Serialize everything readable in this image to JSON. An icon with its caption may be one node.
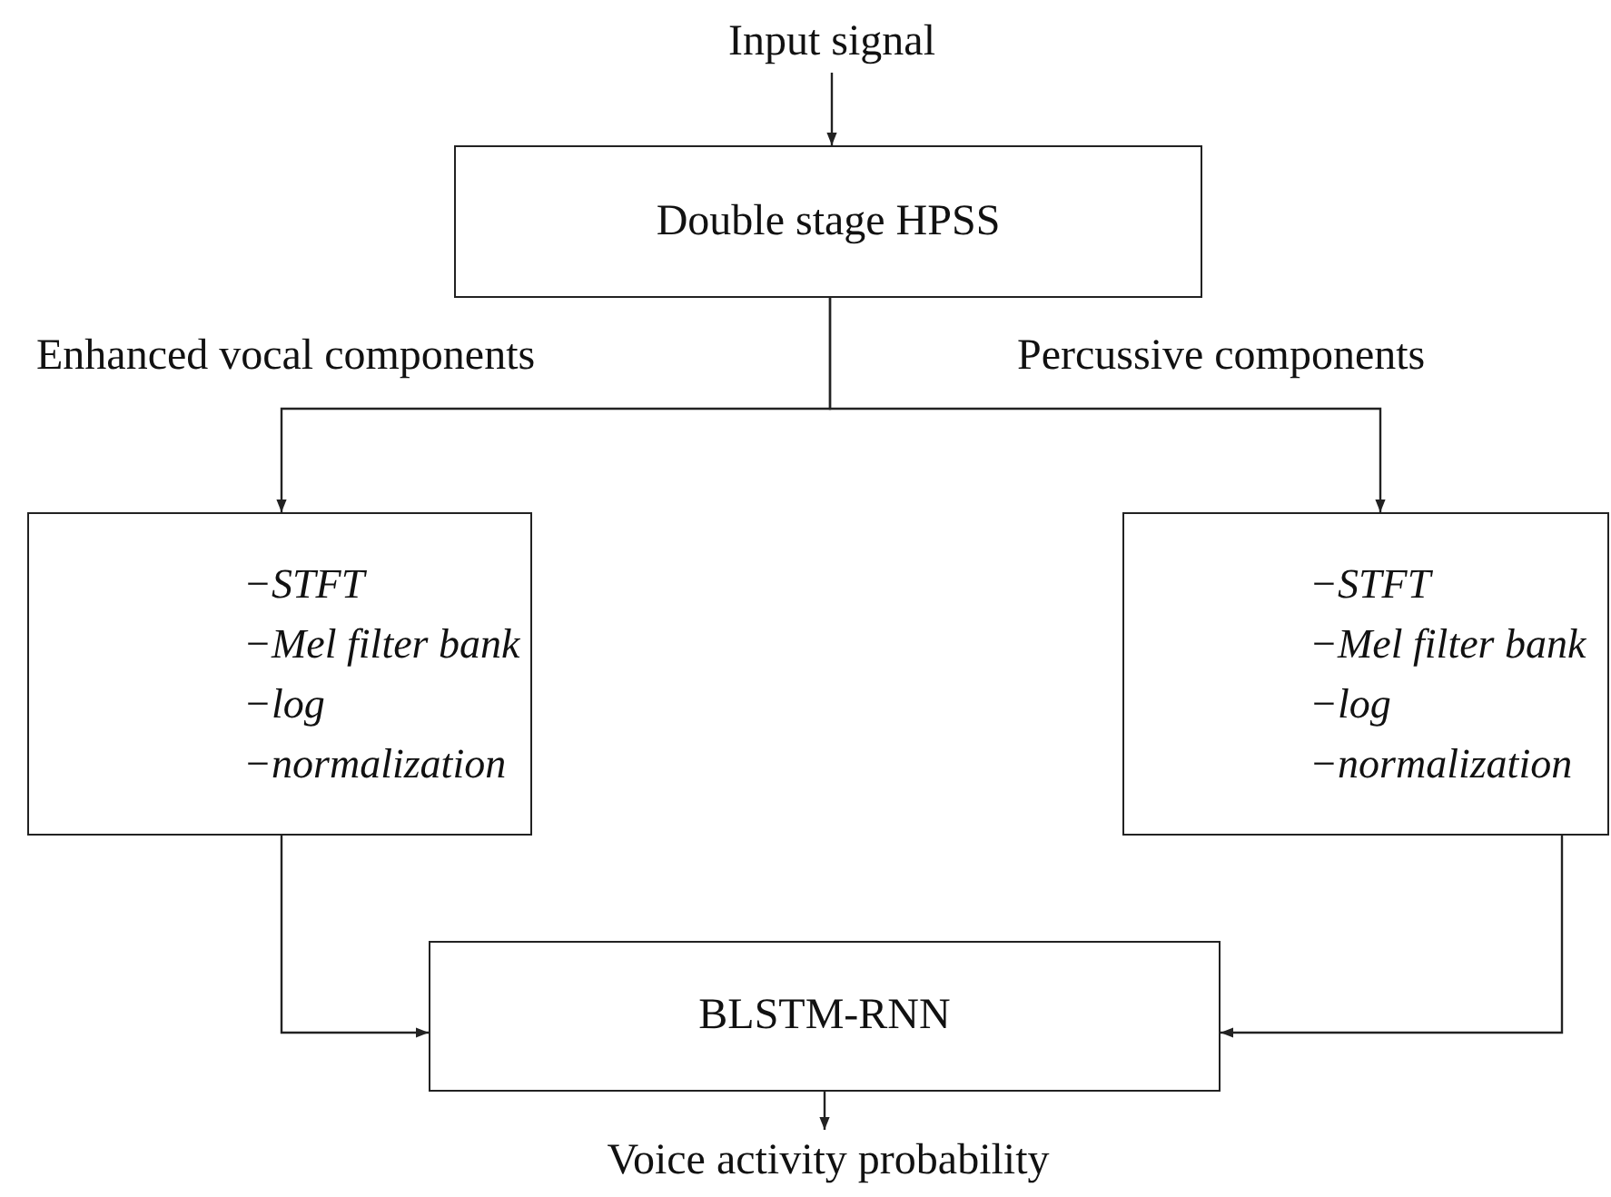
{
  "diagram": {
    "nodes": [
      {
        "text": [
          "Input signal"
        ]
      },
      {
        "text": [
          "Double stage HPSS"
        ]
      },
      {
        "text": [
          "−STFT",
          "−Mel filter bank",
          "−log",
          "−normalization"
        ]
      },
      {
        "text": [
          "−STFT",
          "−Mel filter bank",
          "−log",
          "−normalization"
        ]
      },
      {
        "text": [
          "BLSTM-RNN"
        ]
      },
      {
        "text": [
          "Voice activity probability"
        ]
      }
    ],
    "edges": [
      {
        "from": 0,
        "to": 1,
        "arrow": "to"
      },
      {
        "from": 1,
        "to": 2,
        "arrow": "to"
      },
      {
        "from": 1,
        "to": 3,
        "arrow": "to"
      },
      {
        "from": 2,
        "to": 4,
        "arrow": "to"
      },
      {
        "from": 3,
        "to": 4,
        "arrow": "to"
      },
      {
        "from": 4,
        "to": 5,
        "arrow": "to"
      }
    ],
    "labels": [
      "Enhanced vocal components",
      "Percussive components"
    ]
  }
}
